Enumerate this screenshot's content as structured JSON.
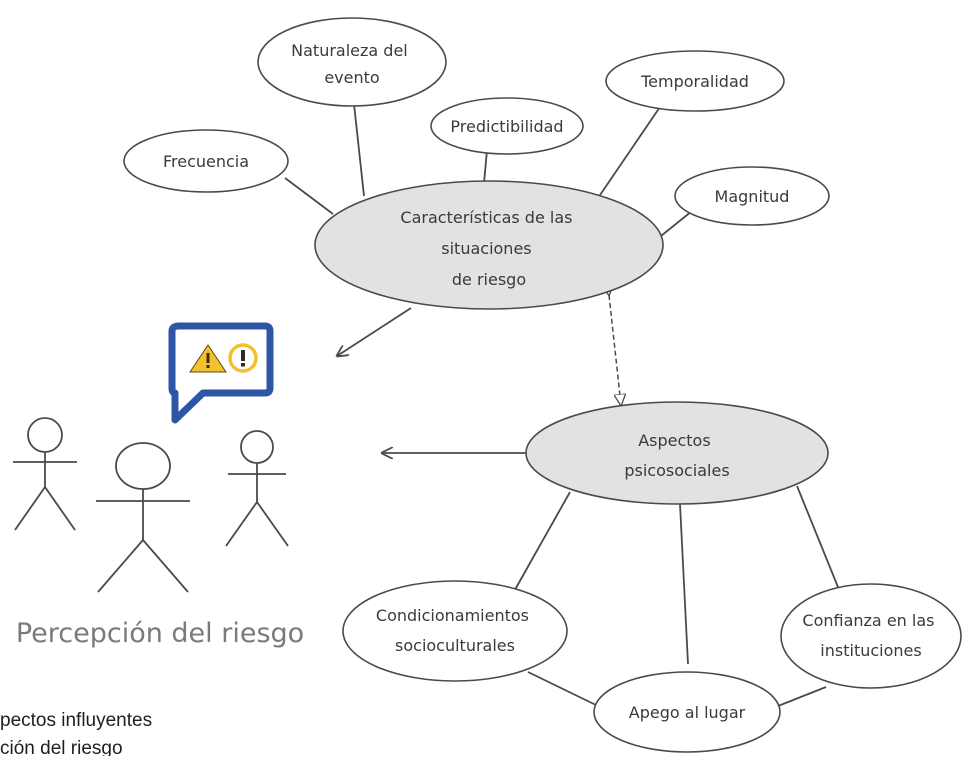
{
  "diagram": {
    "center_upper": {
      "lines": [
        "Características de las",
        "situaciones",
        "de riesgo"
      ]
    },
    "center_lower": {
      "lines": [
        "Aspectos",
        "psicosociales"
      ]
    },
    "upper_nodes": {
      "frecuencia": {
        "lines": [
          "Frecuencia"
        ]
      },
      "naturaleza": {
        "lines": [
          "Naturaleza del",
          "evento"
        ]
      },
      "predictibilidad": {
        "lines": [
          "Predictibilidad"
        ]
      },
      "temporalidad": {
        "lines": [
          "Temporalidad"
        ]
      },
      "magnitud": {
        "lines": [
          "Magnitud"
        ]
      }
    },
    "lower_nodes": {
      "condicionamientos": {
        "lines": [
          "Condicionamientos",
          "socioculturales"
        ]
      },
      "confianza": {
        "lines": [
          "Confianza en las",
          "instituciones"
        ]
      },
      "apego": {
        "lines": [
          "Apego al lugar"
        ]
      }
    },
    "people_caption": "Percepción del riesgo",
    "figure_caption_cut": {
      "line1": "pectos influyentes",
      "line2": "ción del riesgo"
    }
  },
  "colors": {
    "line": "#4a4a4a",
    "center_fill": "#e3e1e2",
    "node_fill": "#ffffff",
    "bubble_blue": "#2e56a6",
    "warning_yellow": "#f2c12e",
    "caption_gray": "#7a7a7a"
  }
}
